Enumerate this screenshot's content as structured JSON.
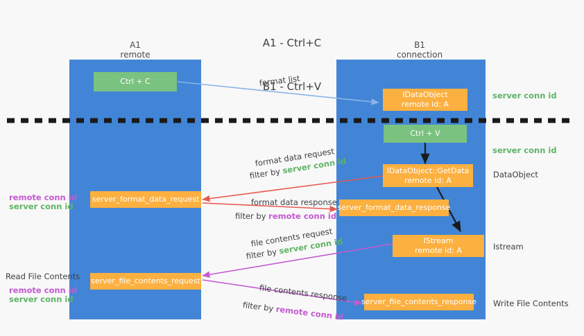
{
  "title": {
    "line1": "A1 - Ctrl+C",
    "line2": "B1 - Ctrl+V"
  },
  "lanes": [
    {
      "name": "A1",
      "sub": "remote"
    },
    {
      "name": "B1",
      "sub": "connection"
    }
  ],
  "boxes": {
    "ctrl_c": {
      "label": "Ctrl + C"
    },
    "ctrl_v": {
      "label": "Ctrl + V"
    },
    "idataobject": {
      "line1": "IDataObject",
      "line2": "remote id: A"
    },
    "getdata": {
      "line1": "IDataObject::GetData",
      "line2": "remote id: A"
    },
    "istream": {
      "line1": "IStream",
      "line2": "remote id: A"
    },
    "server_format_data_request": {
      "label": "server_format_data_request"
    },
    "server_format_data_response": {
      "label": "server_format_data_response"
    },
    "server_file_contents_request": {
      "label": "server_file_contents_request"
    },
    "server_file_contents_response": {
      "label": "server_file_contents_response"
    }
  },
  "captions": {
    "format_list": "format list",
    "format_data_request": "format data request",
    "format_data_request_filter_prefix": "filter by ",
    "format_data_request_filter_value": "server conn id",
    "format_data_response": "format data response",
    "format_data_response_filter_prefix": "filter by ",
    "format_data_response_filter_value": "remote conn id",
    "file_contents_request": "file contents request",
    "file_contents_request_filter_prefix": "filter by ",
    "file_contents_request_filter_value": "server conn id",
    "file_contents_response": "file contents response",
    "file_contents_response_filter_prefix": "filter by ",
    "file_contents_response_filter_value": "remote conn id"
  },
  "side_labels": {
    "right_server_conn_id_1": "server conn id",
    "right_server_conn_id_2": "server conn id",
    "right_dataobject": "DataObject",
    "right_istream": "Istream",
    "right_write_file_contents": "Write File Contents",
    "left_remote_conn_id_1": "remote conn id",
    "left_server_conn_id_1": "server conn id",
    "left_read_file_contents": "Read File Contents",
    "left_remote_conn_id_2": "remote conn id",
    "left_server_conn_id_2": "server conn id"
  },
  "colors": {
    "lane": "#4285d6",
    "green_box": "#7ac27f",
    "orange_box": "#fbb040",
    "green_text": "#5fb365",
    "purple_text": "#c45ad0",
    "blue_arrow": "#8ab4e8",
    "red_arrow": "#e8584f",
    "magenta_arrow": "#c45ad0",
    "black_arrow": "#1a1a1a",
    "background": "#f8f8f8"
  }
}
